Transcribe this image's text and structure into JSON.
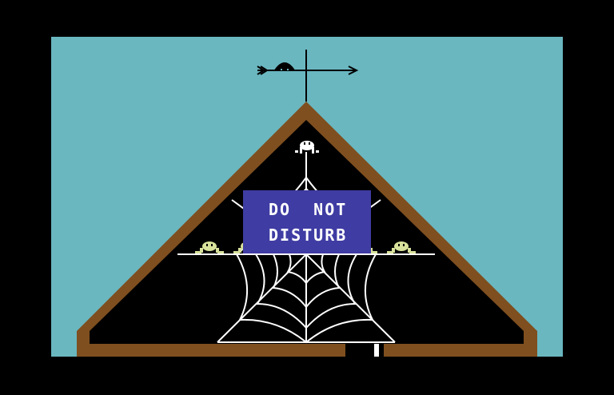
{
  "sign": {
    "line1": "DO  NOT",
    "line2": "DISTURB"
  },
  "colors": {
    "border": "#000000",
    "sky": "#6ab7c0",
    "roof": "#7f4f1f",
    "web": "#ffffff",
    "spider_yellow": "#d9e29b",
    "sign_bg": "#3f3ca3",
    "sign_text": "#ffffff"
  },
  "icons": {
    "weathervane": "weathervane-icon",
    "spider": "spider-icon"
  },
  "spiders": {
    "white_count": 1,
    "yellow_count": 4
  }
}
